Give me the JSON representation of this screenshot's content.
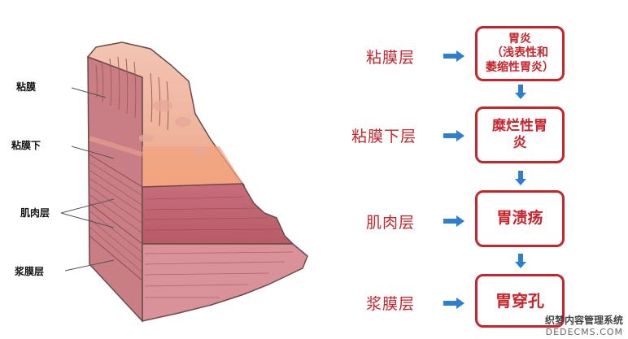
{
  "diagram": {
    "left_labels": [
      "粘膜",
      "粘膜下",
      "肌肉层",
      "浆膜层"
    ],
    "layers": [
      {
        "label": "粘膜层",
        "box_line1": "胃炎",
        "box_line2": "（浅表性和",
        "box_line3": "萎缩性胃炎）"
      },
      {
        "label": "粘膜下层",
        "box_line1": "糜烂性胃",
        "box_line2": "炎"
      },
      {
        "label": "肌肉层",
        "box_line1": "胃溃疡"
      },
      {
        "label": "浆膜层",
        "box_line1": "胃穿孔"
      }
    ],
    "colors": {
      "accent": "#c8242b",
      "arrow": "#2f7fd0"
    }
  },
  "watermark": {
    "line1": "织梦内容管理系统",
    "line2": "DEDECMS.COM"
  }
}
